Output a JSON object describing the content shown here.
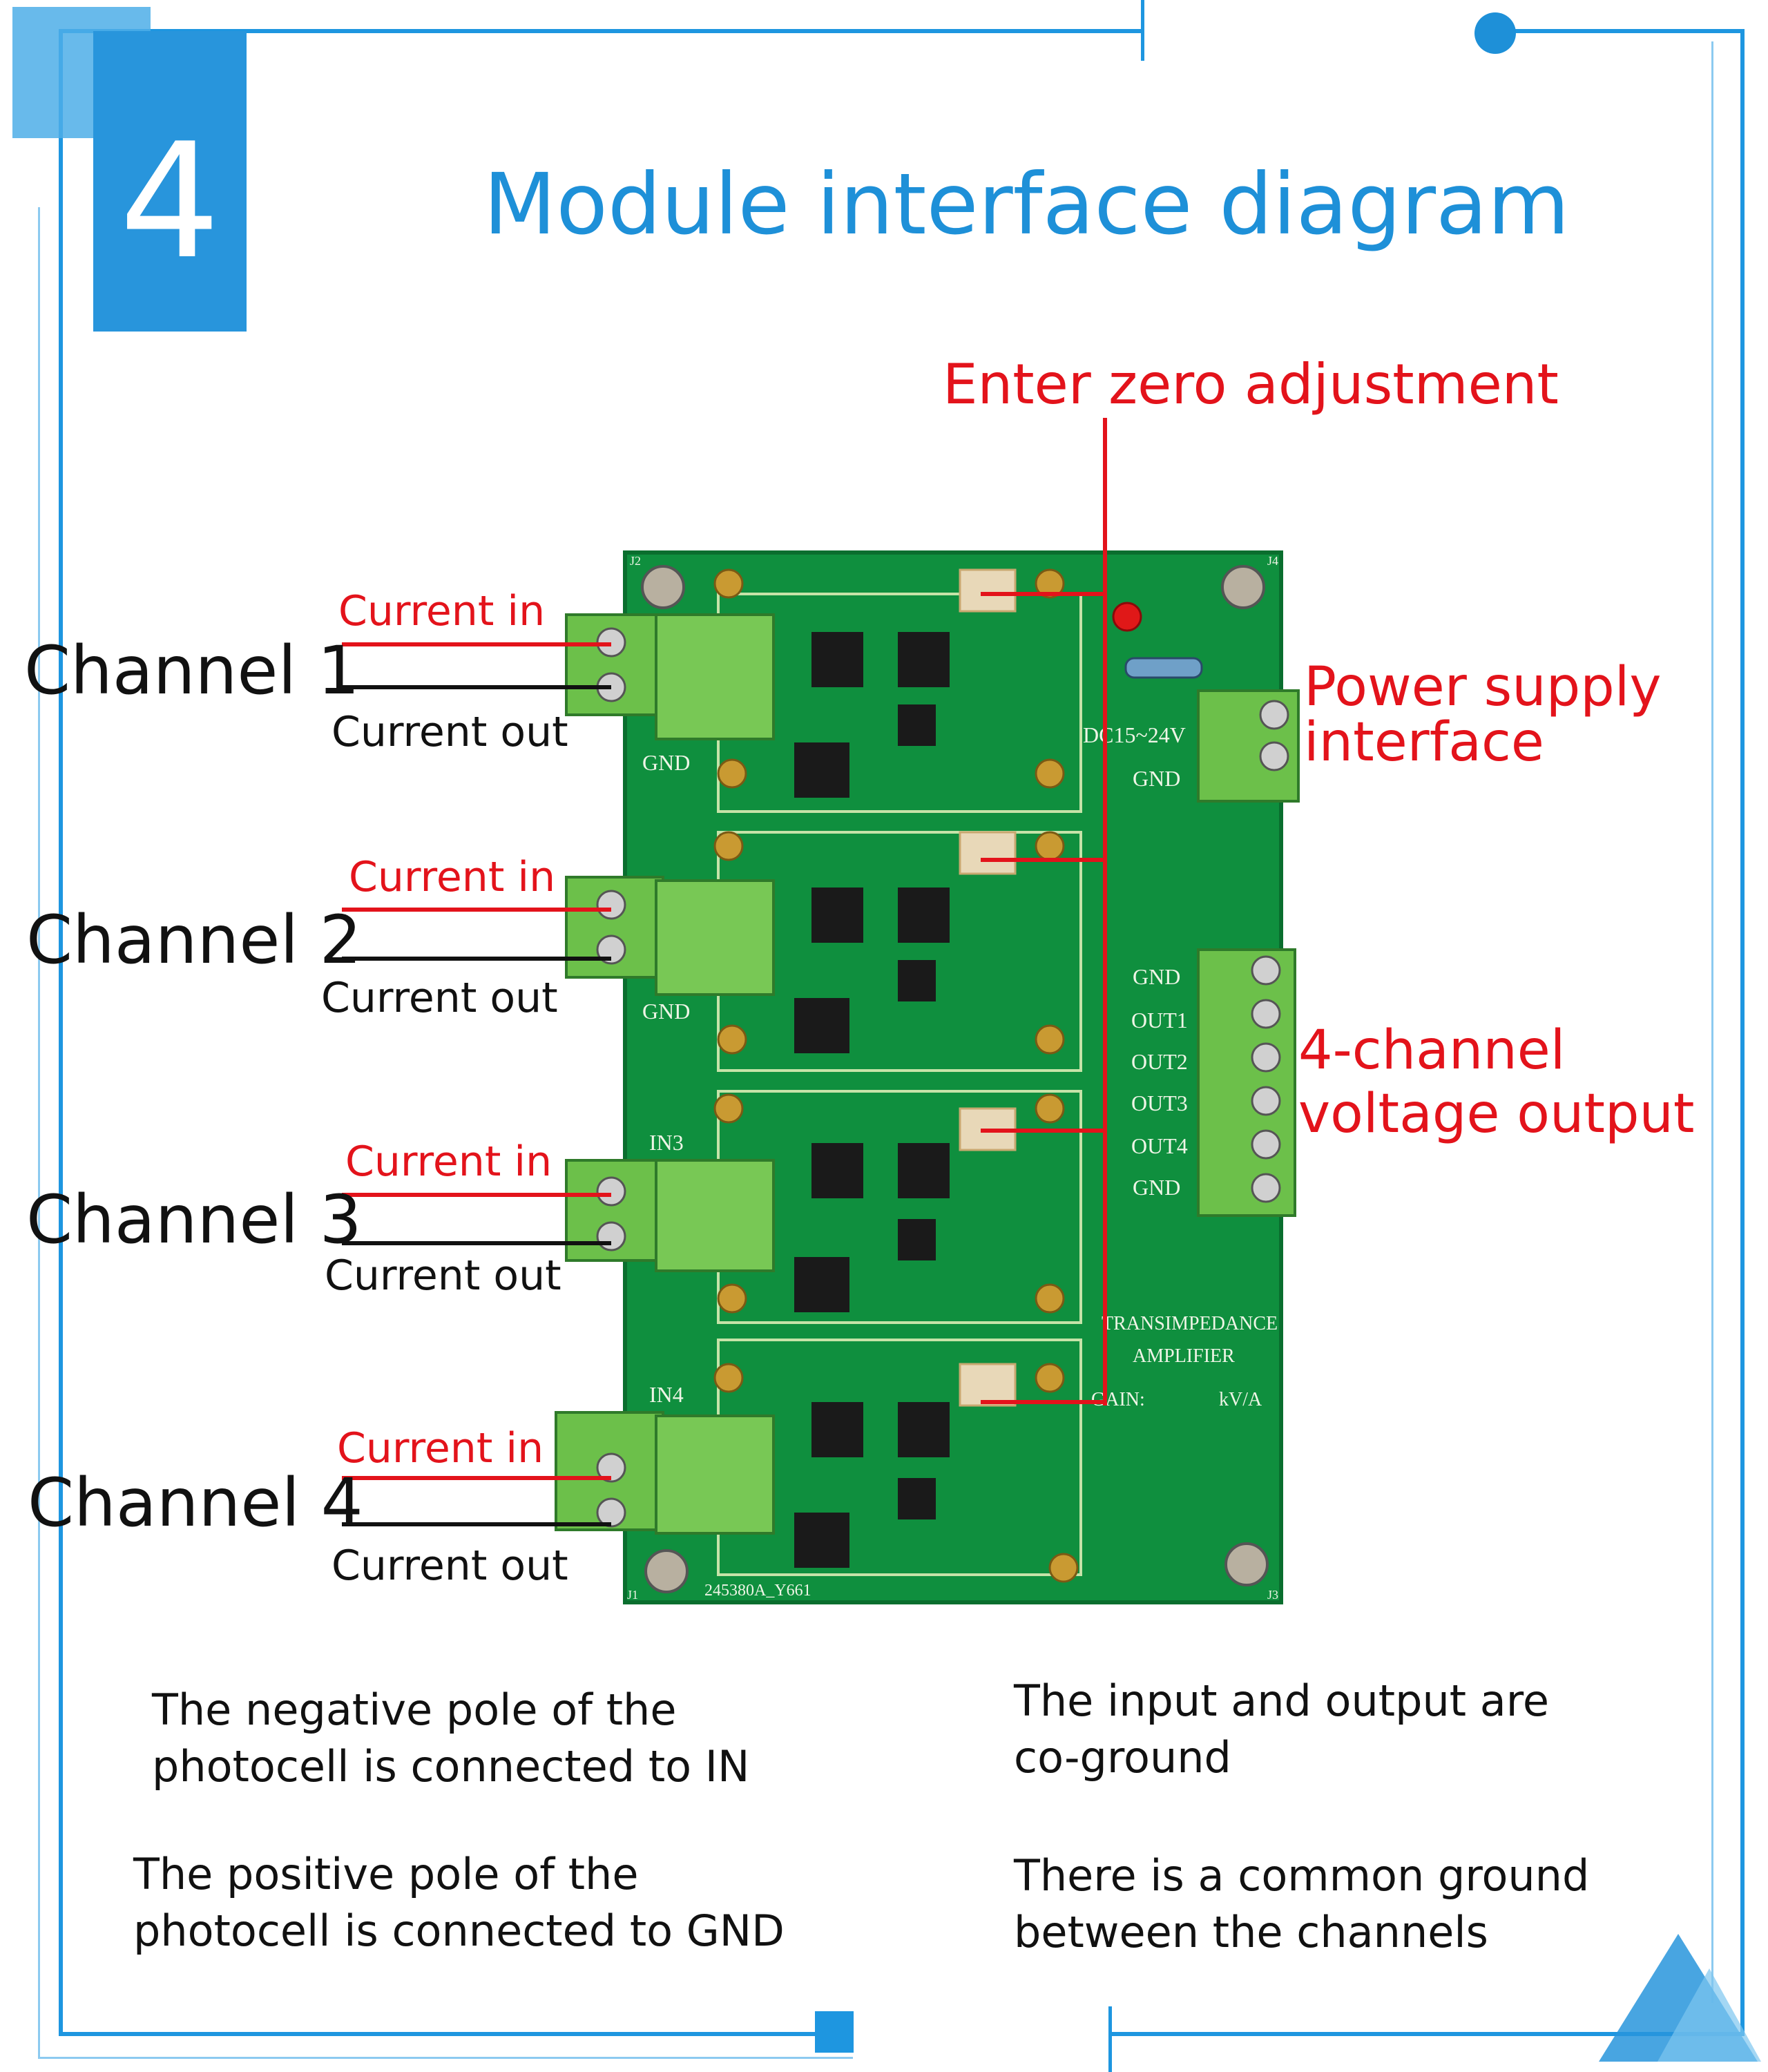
{
  "badge_number": "4",
  "title": "Module interface diagram",
  "zero_adjust_label": "Enter zero adjustment",
  "channels": [
    {
      "name": "Channel 1",
      "in_label": "Current in",
      "out_label": "Current out"
    },
    {
      "name": "Channel 2",
      "in_label": "Current in",
      "out_label": "Current out"
    },
    {
      "name": "Channel 3",
      "in_label": "Current in",
      "out_label": "Current out"
    },
    {
      "name": "Channel 4",
      "in_label": "Current in",
      "out_label": "Current out"
    }
  ],
  "power_label": {
    "line1": "Power supply",
    "line2": "interface"
  },
  "output_label": {
    "line1": "4-channel",
    "line2": "voltage output"
  },
  "board_silkscreen": {
    "power_pins": [
      "DC15~24V",
      "GND"
    ],
    "output_pins": [
      "GND",
      "OUT1",
      "OUT2",
      "OUT3",
      "OUT4",
      "GND"
    ],
    "amp_title1": "TRANSIMPEDANCE",
    "amp_title2": "AMPLIFIER",
    "gain_label": "GAIN:",
    "gain_unit": "kV/A",
    "in3": "IN3",
    "in4": "IN4",
    "gnd": "GND",
    "part_code": "245380A_Y661",
    "j1": "J1",
    "j2": "J2",
    "j3": "J3",
    "j4": "J4"
  },
  "notes": {
    "left1": [
      "The negative pole of the",
      "photocell is connected to IN"
    ],
    "left2": [
      "The positive pole of the",
      "photocell is connected to GND"
    ],
    "right1": [
      "The input and output are",
      "co-ground"
    ],
    "right2": [
      "There is a common ground",
      "between the channels"
    ]
  },
  "colors": {
    "accent": "#1e90d8",
    "label_red": "#e3131b",
    "pcb_green": "#0f8f3e",
    "terminal_green": "#6cc04a"
  }
}
